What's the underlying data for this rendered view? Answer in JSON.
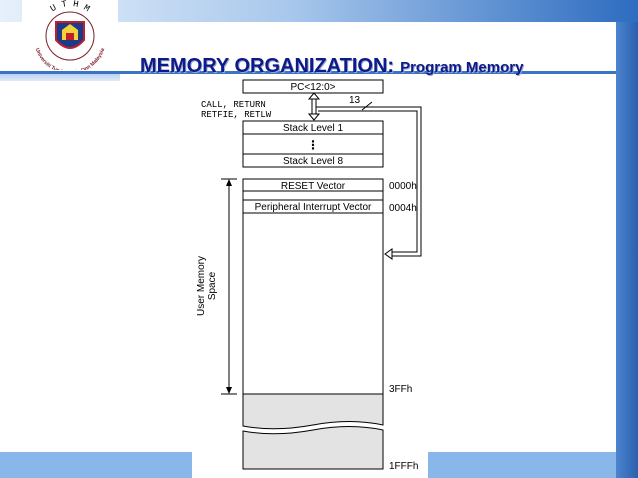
{
  "slide": {
    "title_main": "MEMORY ORGANIZATION:",
    "title_sub": "Program Memory",
    "logo_text": "Universiti Tun Hussein Onn Malaysia",
    "logo_letters": "U T H M"
  },
  "diagram": {
    "pc_label": "PC<12:0>",
    "bus_width": "13",
    "call_return": "CALL, RETURN",
    "retfie_retlw": "RETFIE, RETLW",
    "stack_level_1": "Stack Level 1",
    "stack_dots": "⋮",
    "stack_level_8": "Stack Level 8",
    "reset_vector": "RESET Vector",
    "reset_addr": "0000h",
    "interrupt_vector": "Peripheral Interrupt Vector",
    "interrupt_addr": "0004h",
    "user_memory_line1": "User Memory",
    "user_memory_line2": "Space",
    "addr_3ff": "3FFh",
    "addr_1fff": "1FFFh"
  },
  "colors": {
    "title": "#0c1a8a",
    "accent_blue": "#3b74c4",
    "unimplemented_fill": "#e3e3e3"
  }
}
